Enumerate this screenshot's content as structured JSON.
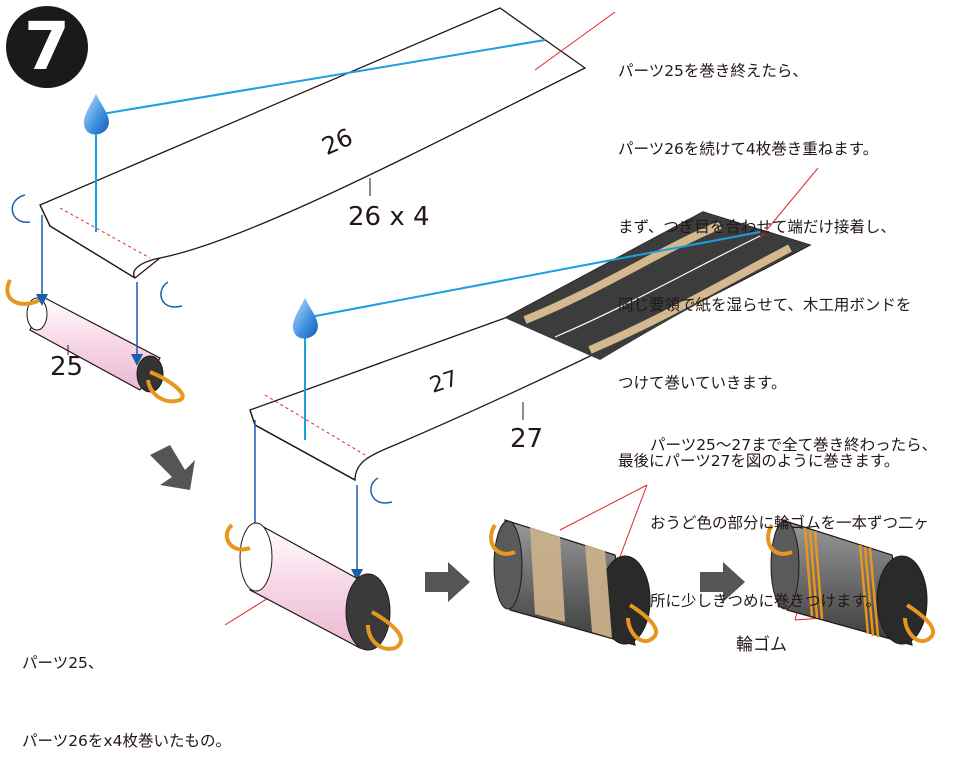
{
  "step_number": "7",
  "instruction_top": [
    "パーツ25を巻き終えたら、",
    "パーツ26を続けて4枚巻き重ねます。",
    "まず、つぎ目を合わせて端だけ接着し、",
    "同じ要領で紙を湿らせて、木工用ボンドを",
    "つけて巻いていきます。",
    "最後にパーツ27を図のように巻きます。"
  ],
  "instruction_mid": [
    "パーツ25〜27まで全て巻き終わったら、",
    "おうど色の部分に輪ゴムを一本ずつ二ヶ",
    "所に少しきつめに巻きつけます。"
  ],
  "instruction_bottom": [
    "パーツ25、",
    "パーツ26をx4枚巻いたもの。"
  ],
  "labels": {
    "strip26_on_paper": "26",
    "strip26_count": "26 x 4",
    "roll25": "25",
    "strip27_on_paper": "27",
    "strip27": "27",
    "rubber_band": "輪ゴム"
  },
  "colors": {
    "water_drop": "#2a7fd4",
    "guide_line": "#1aa0e0",
    "leader_line": "#e0262c",
    "arrow_dark": "#555555",
    "roll_pink": "#f6d2e4",
    "band_tan": "#c9b08a",
    "band_orange": "#e8971e",
    "roll_gray": "#6e6e6e"
  }
}
